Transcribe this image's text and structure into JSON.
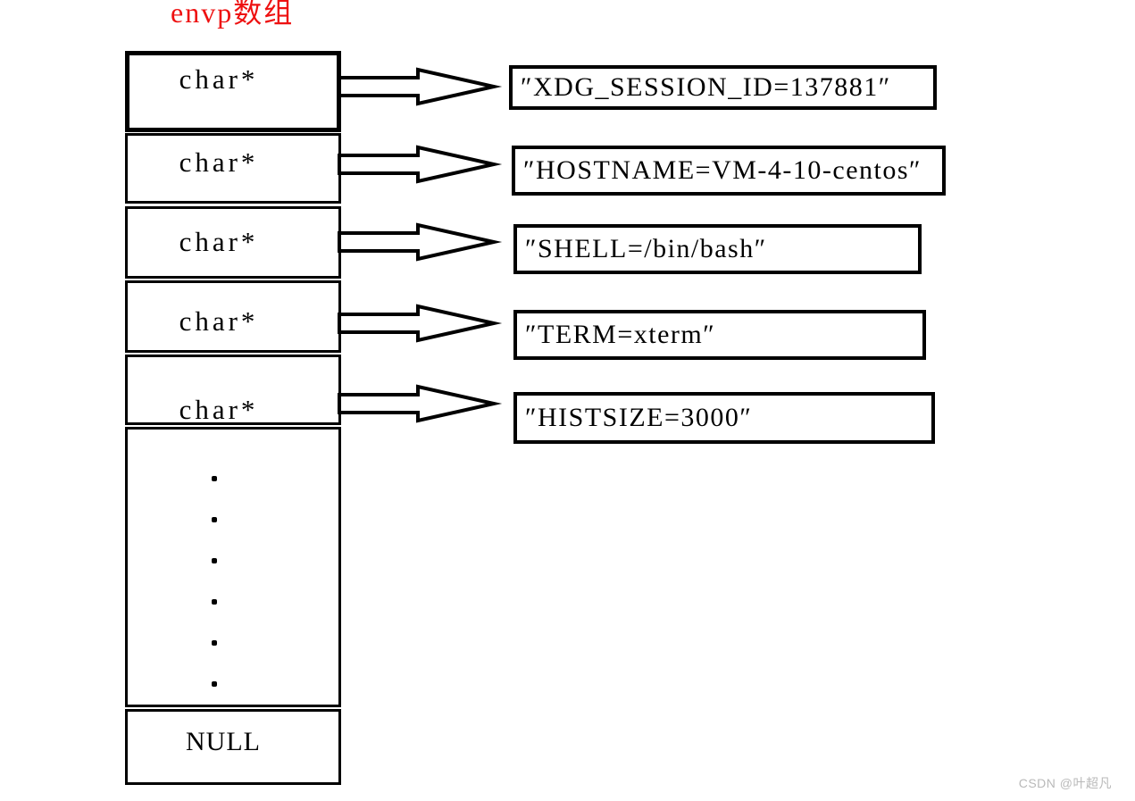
{
  "title": "envp数组",
  "array": {
    "cells": [
      {
        "label": "char*"
      },
      {
        "label": "char*"
      },
      {
        "label": "char*"
      },
      {
        "label": "char*"
      },
      {
        "label": "char*"
      }
    ],
    "ellipsis_dot_count": 6,
    "null_label": "NULL"
  },
  "strings": [
    {
      "text": "″XDG_SESSION_ID=137881″"
    },
    {
      "text": "″HOSTNAME=VM-4-10-centos″"
    },
    {
      "text": "″SHELL=/bin/bash″"
    },
    {
      "text": "″TERM=xterm″"
    },
    {
      "text": "″HISTSIZE=3000″"
    }
  ],
  "colors": {
    "title": "#ee1111",
    "line": "#000000",
    "watermark": "#b9b9b9",
    "background": "#ffffff"
  },
  "watermark": "CSDN @叶超凡"
}
